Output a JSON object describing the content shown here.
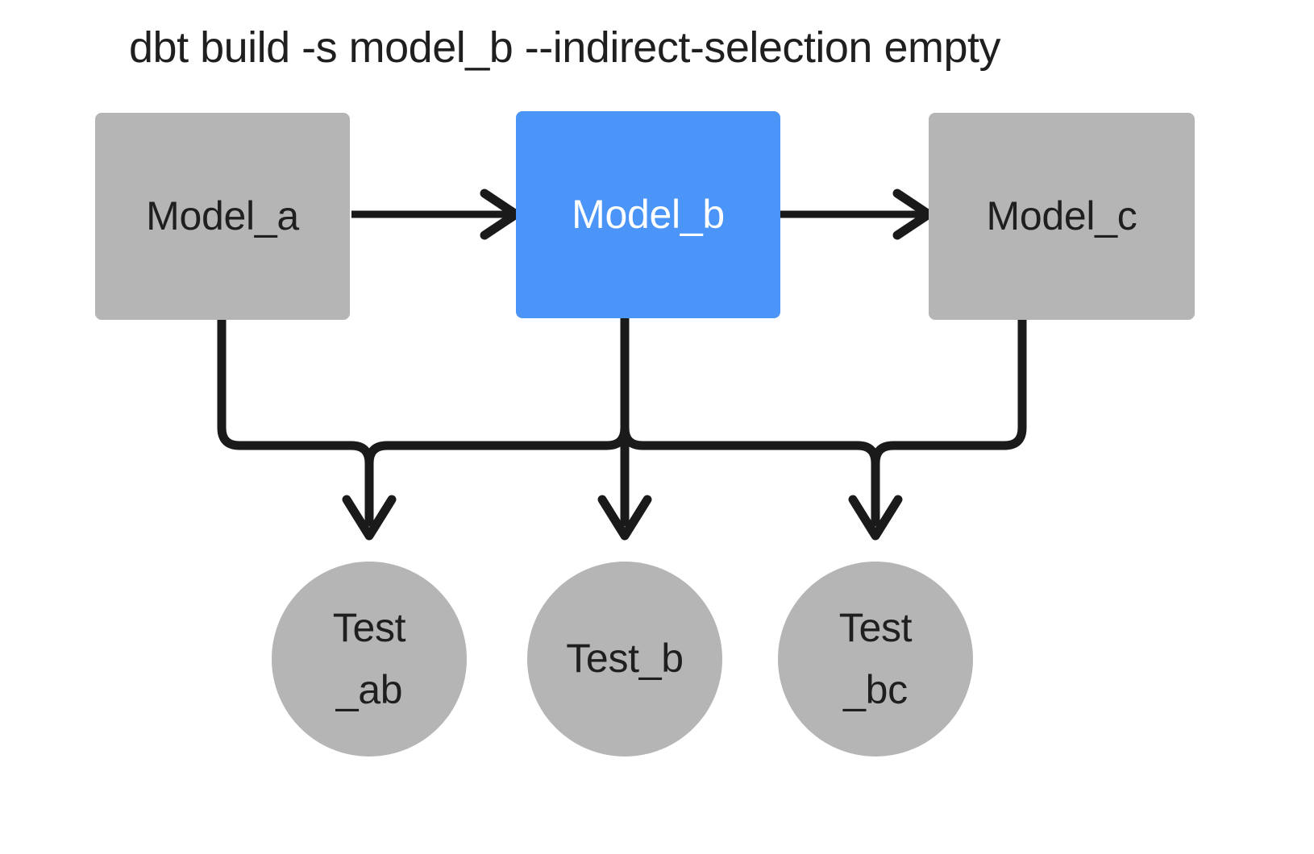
{
  "diagram": {
    "title": "dbt build -s model_b --indirect-selection empty",
    "background_color": "#FFFFFF",
    "edge_color": "#1A1A1A",
    "node_gray": "#B5B5B5",
    "node_blue": "#4A95F7",
    "text_dark": "#1F1F1F",
    "text_light": "#FFFFFF",
    "models": [
      {
        "id": "model_a",
        "label": "Model_a",
        "shape": "rectangle",
        "fill": "#B5B5B5",
        "text_color": "#1F1F1F",
        "selected": false
      },
      {
        "id": "model_b",
        "label": "Model_b",
        "shape": "rectangle",
        "fill": "#4A95F7",
        "text_color": "#FFFFFF",
        "selected": true
      },
      {
        "id": "model_c",
        "label": "Model_c",
        "shape": "rectangle",
        "fill": "#B5B5B5",
        "text_color": "#1F1F1F",
        "selected": false
      }
    ],
    "tests": [
      {
        "id": "test_ab",
        "label_line1": "Test",
        "label_line2": "_ab",
        "shape": "circle",
        "fill": "#B5B5B5",
        "text_color": "#1F1F1F",
        "selected": false
      },
      {
        "id": "test_b",
        "label_line1": "Test_b",
        "label_line2": "",
        "shape": "circle",
        "fill": "#B5B5B5",
        "text_color": "#1F1F1F",
        "selected": false
      },
      {
        "id": "test_bc",
        "label_line1": "Test",
        "label_line2": "_bc",
        "shape": "circle",
        "fill": "#B5B5B5",
        "text_color": "#1F1F1F",
        "selected": false
      }
    ],
    "edges": [
      {
        "from": "model_a",
        "to": "model_b",
        "kind": "horizontal-arrow"
      },
      {
        "from": "model_b",
        "to": "model_c",
        "kind": "horizontal-arrow"
      },
      {
        "from": "model_a",
        "to": "test_ab",
        "kind": "elbow-arrow"
      },
      {
        "from": "model_b",
        "to": "test_ab",
        "kind": "elbow-arrow"
      },
      {
        "from": "model_b",
        "to": "test_b",
        "kind": "straight-arrow"
      },
      {
        "from": "model_b",
        "to": "test_bc",
        "kind": "elbow-arrow"
      },
      {
        "from": "model_c",
        "to": "test_bc",
        "kind": "elbow-arrow"
      }
    ]
  }
}
